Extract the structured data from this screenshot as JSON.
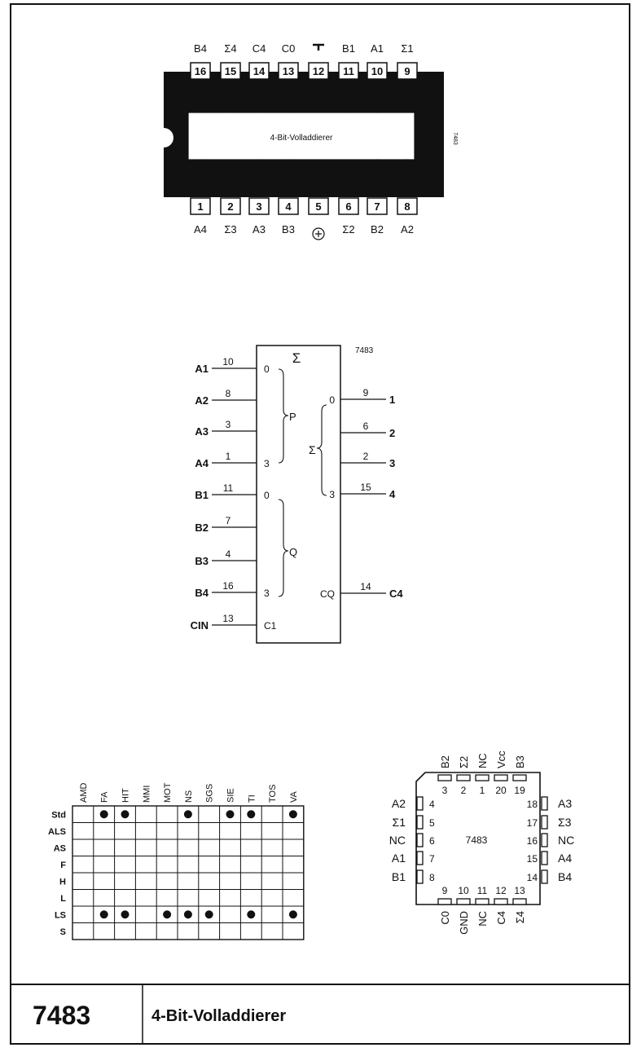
{
  "dip": {
    "label": "4-Bit-Volladdierer",
    "side_code": "7483",
    "top_pins": [
      {
        "num": "16",
        "name": "B4",
        "dir": "in"
      },
      {
        "num": "15",
        "name": "Σ4",
        "dir": "out"
      },
      {
        "num": "14",
        "name": "C4",
        "dir": "out"
      },
      {
        "num": "13",
        "name": "C0",
        "dir": "in"
      },
      {
        "num": "12",
        "name": "T",
        "dir": "none"
      },
      {
        "num": "11",
        "name": "B1",
        "dir": "in"
      },
      {
        "num": "10",
        "name": "A1",
        "dir": "in"
      },
      {
        "num": "9",
        "name": "Σ1",
        "dir": "out"
      }
    ],
    "bottom_pins": [
      {
        "num": "1",
        "name": "A4",
        "dir": "in"
      },
      {
        "num": "2",
        "name": "Σ3",
        "dir": "out"
      },
      {
        "num": "3",
        "name": "A3",
        "dir": "in"
      },
      {
        "num": "4",
        "name": "B3",
        "dir": "in"
      },
      {
        "num": "5",
        "name": "⊕",
        "dir": "none"
      },
      {
        "num": "6",
        "name": "Σ2",
        "dir": "out"
      },
      {
        "num": "7",
        "name": "B2",
        "dir": "in"
      },
      {
        "num": "8",
        "name": "A2",
        "dir": "in"
      }
    ]
  },
  "logic": {
    "chip_code": "7483",
    "sigma": "Σ",
    "group_p": "P",
    "group_q": "Q",
    "group_sum": "Σ",
    "inputs": [
      {
        "label": "A1",
        "pin": "10",
        "idx": "0"
      },
      {
        "label": "A2",
        "pin": "8",
        "idx": ""
      },
      {
        "label": "A3",
        "pin": "3",
        "idx": ""
      },
      {
        "label": "A4",
        "pin": "1",
        "idx": "3"
      },
      {
        "label": "B1",
        "pin": "11",
        "idx": "0"
      },
      {
        "label": "B2",
        "pin": "7",
        "idx": ""
      },
      {
        "label": "B3",
        "pin": "4",
        "idx": ""
      },
      {
        "label": "B4",
        "pin": "16",
        "idx": "3"
      },
      {
        "label": "CIN",
        "pin": "13",
        "idx": "C1"
      }
    ],
    "outputs": [
      {
        "label": "1",
        "pin": "9",
        "idx": "0"
      },
      {
        "label": "2",
        "pin": "6",
        "idx": ""
      },
      {
        "label": "3",
        "pin": "2",
        "idx": ""
      },
      {
        "label": "4",
        "pin": "15",
        "idx": "3"
      },
      {
        "label": "C4",
        "pin": "14",
        "idx": "CQ"
      }
    ]
  },
  "matrix": {
    "columns": [
      "AMD",
      "FA",
      "HIT",
      "MMI",
      "MOT",
      "NS",
      "SGS",
      "SIE",
      "TI",
      "TOS",
      "VA"
    ],
    "rows": [
      {
        "name": "Std",
        "dots": [
          0,
          1,
          1,
          0,
          0,
          1,
          0,
          1,
          1,
          0,
          1
        ]
      },
      {
        "name": "ALS",
        "dots": [
          0,
          0,
          0,
          0,
          0,
          0,
          0,
          0,
          0,
          0,
          0
        ]
      },
      {
        "name": "AS",
        "dots": [
          0,
          0,
          0,
          0,
          0,
          0,
          0,
          0,
          0,
          0,
          0
        ]
      },
      {
        "name": "F",
        "dots": [
          0,
          0,
          0,
          0,
          0,
          0,
          0,
          0,
          0,
          0,
          0
        ]
      },
      {
        "name": "H",
        "dots": [
          0,
          0,
          0,
          0,
          0,
          0,
          0,
          0,
          0,
          0,
          0
        ]
      },
      {
        "name": "L",
        "dots": [
          0,
          0,
          0,
          0,
          0,
          0,
          0,
          0,
          0,
          0,
          0
        ]
      },
      {
        "name": "LS",
        "dots": [
          0,
          1,
          1,
          0,
          1,
          1,
          1,
          0,
          1,
          0,
          1
        ]
      },
      {
        "name": "S",
        "dots": [
          0,
          0,
          0,
          0,
          0,
          0,
          0,
          0,
          0,
          0,
          0
        ]
      }
    ]
  },
  "plcc": {
    "center_label": "7483",
    "top": [
      {
        "num": "3",
        "name": "B2"
      },
      {
        "num": "2",
        "name": "Σ2"
      },
      {
        "num": "1",
        "name": "NC"
      },
      {
        "num": "20",
        "name": "Vcc"
      },
      {
        "num": "19",
        "name": "B3"
      }
    ],
    "left": [
      {
        "num": "4",
        "name": "A2"
      },
      {
        "num": "5",
        "name": "Σ1"
      },
      {
        "num": "6",
        "name": "NC"
      },
      {
        "num": "7",
        "name": "A1"
      },
      {
        "num": "8",
        "name": "B1"
      }
    ],
    "right": [
      {
        "num": "18",
        "name": "A3"
      },
      {
        "num": "17",
        "name": "Σ3"
      },
      {
        "num": "16",
        "name": "NC"
      },
      {
        "num": "15",
        "name": "A4"
      },
      {
        "num": "14",
        "name": "B4"
      }
    ],
    "bottom": [
      {
        "num": "9",
        "name": "C0"
      },
      {
        "num": "10",
        "name": "GND"
      },
      {
        "num": "11",
        "name": "NC"
      },
      {
        "num": "12",
        "name": "C4"
      },
      {
        "num": "13",
        "name": "Σ4"
      }
    ]
  },
  "footer": {
    "part_number": "7483",
    "title": "4-Bit-Volladdierer"
  }
}
